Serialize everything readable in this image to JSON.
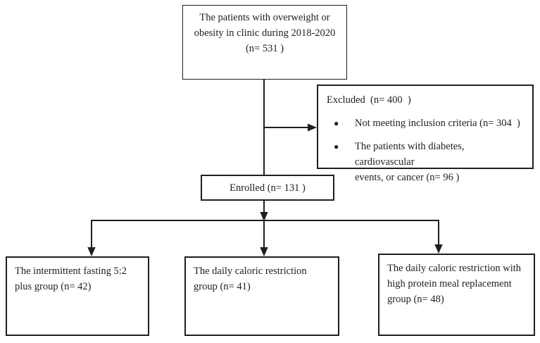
{
  "diagram": {
    "title": "Patient enrollment flow diagram",
    "colors": {
      "line": "#1f1f1f",
      "text": "#1f1f1f",
      "background": "#ffffff"
    },
    "population_box": {
      "text": "The patients with overweight or\nobesity in clinic during 2018-2020\n(n= 531 )"
    },
    "excluded_box": {
      "title": "Excluded  (n= 400  )",
      "bullet_glyph": "●",
      "bullets": [
        "Not meeting inclusion criteria (n= 304  )",
        "The patients with diabetes, cardiovascular\nevents, or cancer (n= 96 )"
      ]
    },
    "enrolled_box": {
      "text": "Enrolled (n= 131 )"
    },
    "group_boxes": [
      {
        "text": "The intermittent fasting 5:2\nplus group (n= 42)"
      },
      {
        "text": "The daily caloric restriction\ngroup (n= 41)"
      },
      {
        "text": "The daily caloric restriction with\nhigh protein meal replacement\ngroup (n= 48)"
      }
    ]
  }
}
